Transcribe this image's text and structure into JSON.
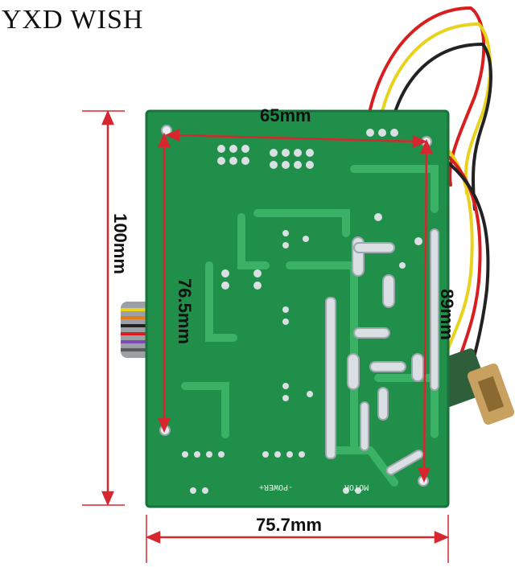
{
  "brand": {
    "text": "YXD WISH"
  },
  "dimensions": {
    "top_hole_spacing": "65mm",
    "board_height": "100mm",
    "hole_height_left": "76.5mm",
    "hole_height_right": "89mm",
    "board_width": "75.7mm"
  },
  "silkscreen": {
    "power": "-POWER+",
    "motor": "MOTOR"
  },
  "colors": {
    "pcb_green": "#1f8f4a",
    "trace_green": "#3fb86a",
    "pad_silver": "#d9dfe3",
    "dim_line_red": "#d6272f",
    "wire_red": "#d81e1e",
    "wire_yellow": "#e8d21c",
    "wire_black": "#222222"
  }
}
